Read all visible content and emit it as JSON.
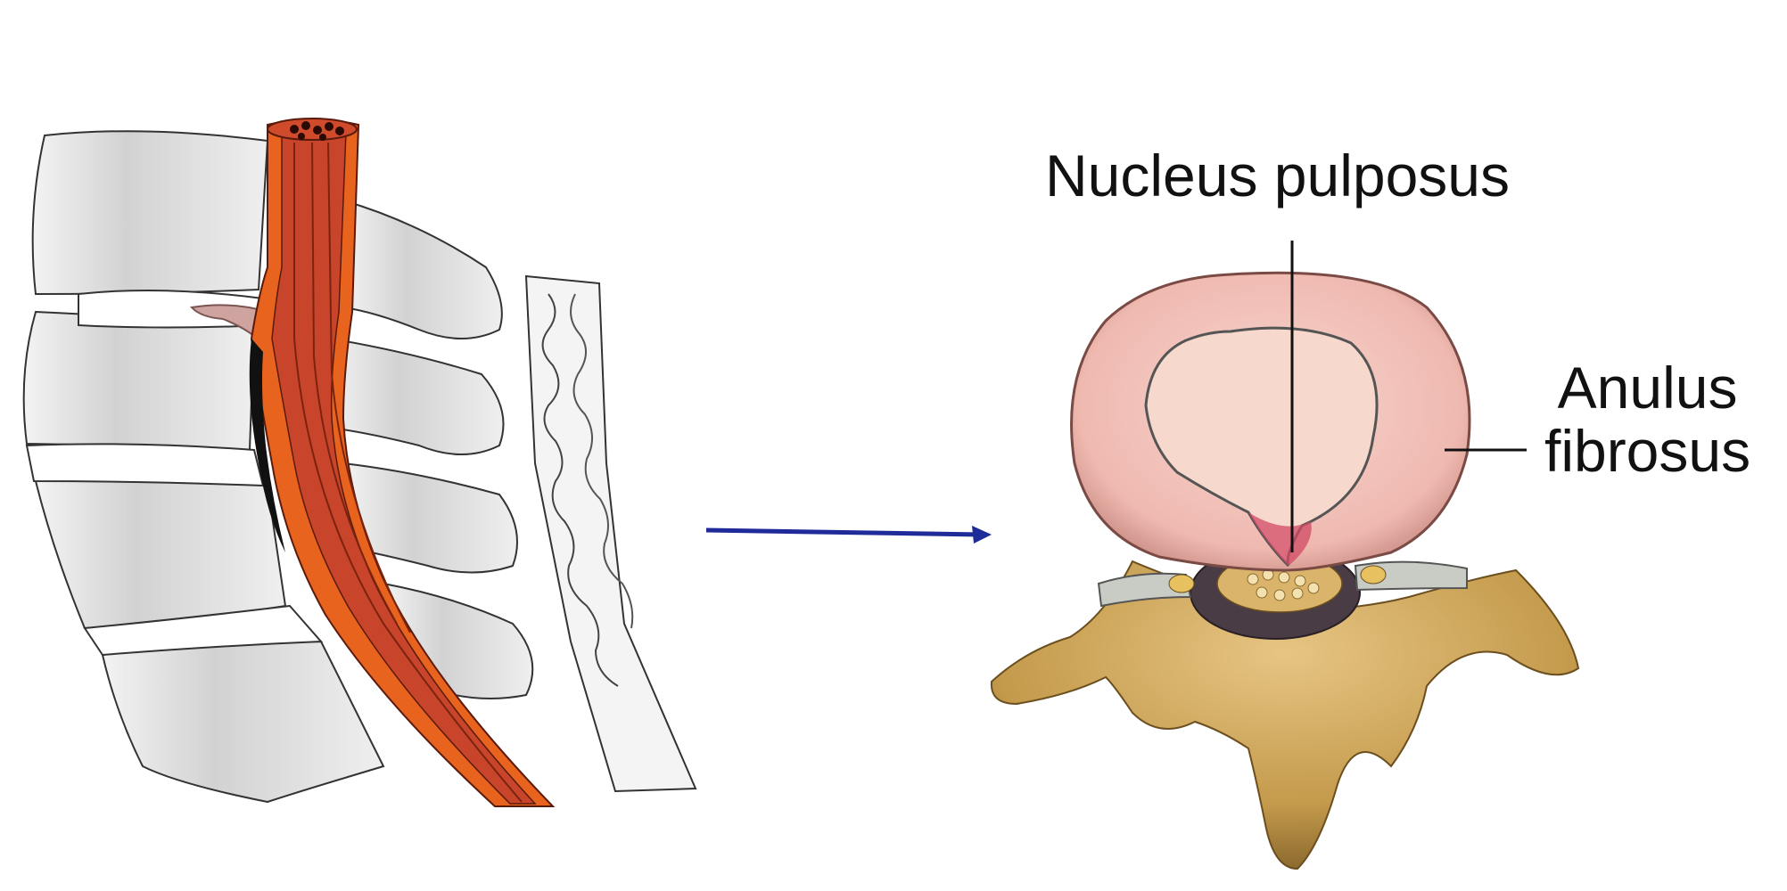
{
  "labels": {
    "nucleus_pulposus": "Nucleus pulposus",
    "anulus_line1": "Anulus",
    "anulus_line2": "fibrosus"
  },
  "colors": {
    "arrow": "#1f2b99",
    "spinal_cord": "#c8442a",
    "spinal_cord_outer": "#e8641e",
    "vertebra_fill": "#d9d9d9",
    "disc_pink": "#f3c6bf",
    "nucleus_fill": "#f6d8cc",
    "bone": "#c9a55a",
    "bone_dark": "#8c6a2e"
  }
}
